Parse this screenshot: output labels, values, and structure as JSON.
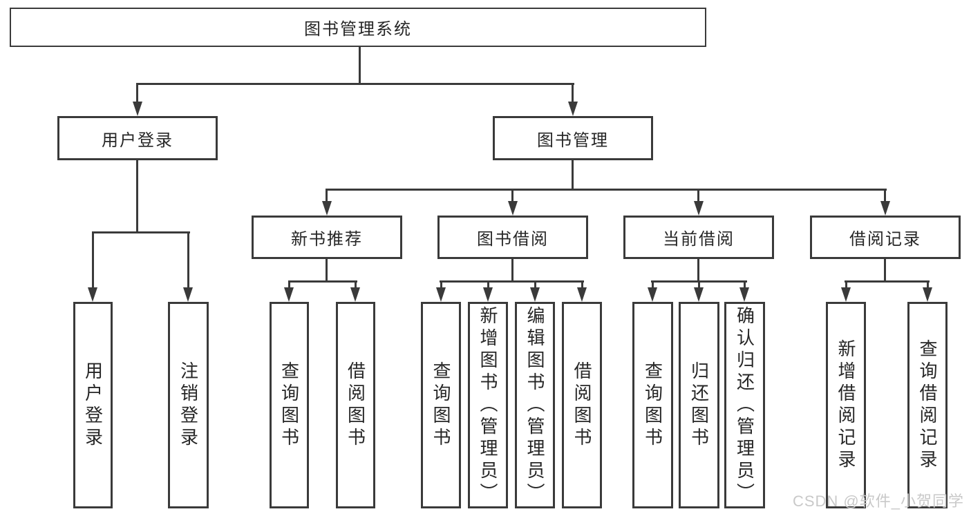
{
  "nodes": {
    "root": "图书管理系统",
    "user_login": "用户登录",
    "book_management": "图书管理",
    "new_book_recommendation": "新书推荐",
    "book_borrowing": "图书借阅",
    "current_borrowing": "当前借阅",
    "borrowing_records": "借阅记录"
  },
  "leaves": {
    "user_login": [
      "用户登录",
      "注销登录"
    ],
    "new_book_recommendation": [
      "查询图书",
      "借阅图书"
    ],
    "book_borrowing": [
      "查询图书",
      "新增图书（管理员）",
      "编辑图书（管理员）",
      "借阅图书"
    ],
    "current_borrowing": [
      "查询图书",
      "归还图书",
      "确认归还（管理员）"
    ],
    "borrowing_records": [
      "新增借阅记录",
      "查询借阅记录"
    ]
  },
  "watermark": "CSDN @软件_小贺同学",
  "colors": {
    "line": "#3a3a3a",
    "text": "#262626",
    "watermark": "#c9c9c9",
    "background": "#ffffff"
  }
}
